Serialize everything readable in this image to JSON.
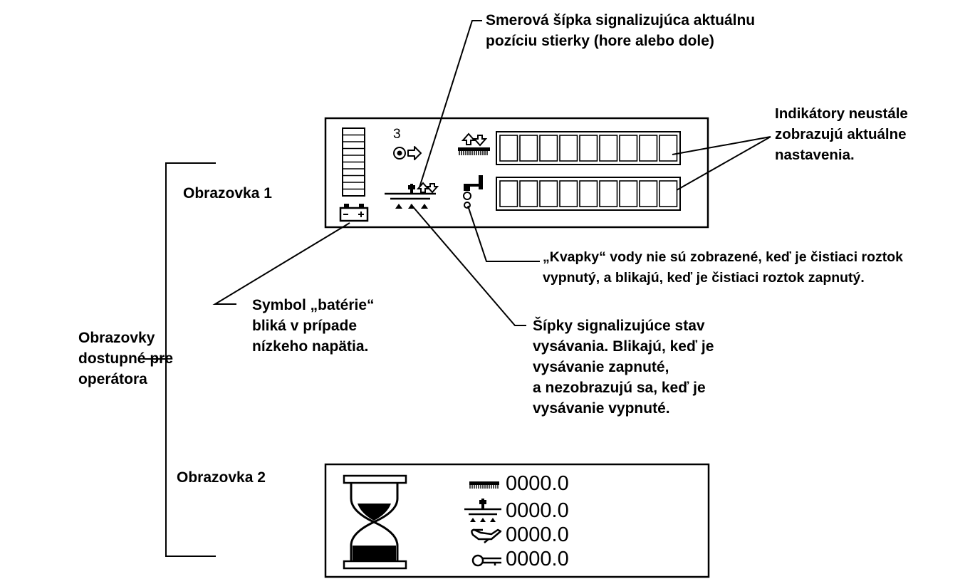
{
  "labels": {
    "wiper_arrow": [
      "Smerová šípka signalizujúca aktuálnu",
      "pozíciu stierky (hore alebo dole)"
    ],
    "indicators": [
      "Indikátory neustále",
      "zobrazujú aktuálne",
      "nastavenia."
    ],
    "screen1": "Obrazovka 1",
    "screen2": "Obrazovka 2",
    "drops": [
      "„Kvapky“ vody nie sú zobrazené, keď je čistiaci roztok",
      "vypnutý, a blikajú, keď je čistiaci roztok zapnutý."
    ],
    "battery": [
      "Symbol „batérie“",
      "bliká v prípade",
      "nízkeho napätia."
    ],
    "operator_screens": [
      "Obrazovky",
      "dostupné pre",
      "operátora"
    ],
    "vacuum_arrows": [
      "Šípky signalizujúce stav",
      "vysávania. Blikajú, keď je",
      "vysávanie zapnuté,",
      "a nezobrazujú sa, keď je",
      "vysávanie vypnuté."
    ]
  },
  "screen1": {
    "mode_number": "3",
    "row_cells": 9
  },
  "screen2": {
    "values": [
      "0000.0",
      "0000.0",
      "0000.0",
      "0000.0"
    ]
  },
  "icons": [
    "battery-level-icon",
    "battery-icon",
    "target-arrow-icon",
    "brush-updown-icon",
    "squeegee-icon",
    "solution-tap-icon",
    "hourglass-icon",
    "brush-icon",
    "oil-can-icon",
    "key-icon"
  ]
}
